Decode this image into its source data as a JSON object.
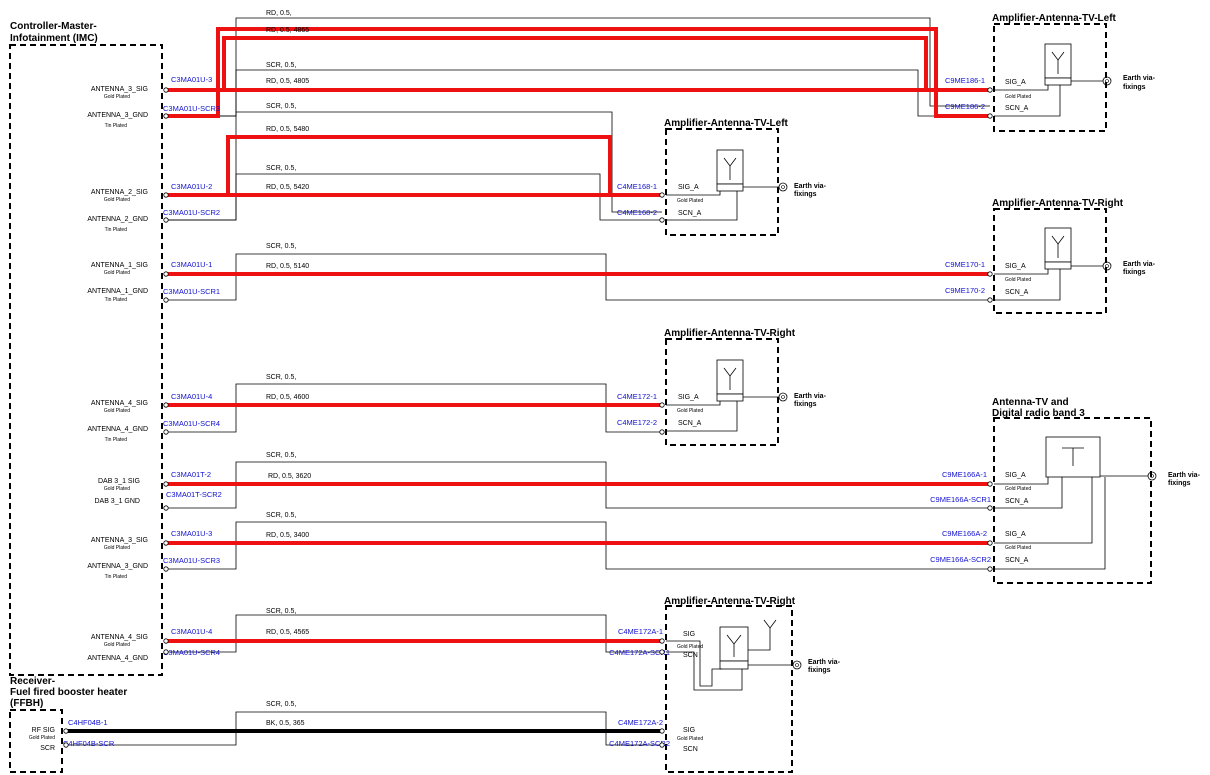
{
  "boxes": {
    "imc": {
      "title1": "Controller-Master-",
      "title2": "Infotainment (IMC)"
    },
    "ffbh": {
      "title1": "Receiver-",
      "title2": "Fuel fired booster heater",
      "title3": "(FFBH)"
    },
    "c9me186": {
      "title": "Amplifier-Antenna-TV-Left"
    },
    "c4me168": {
      "title": "Amplifier-Antenna-TV-Left"
    },
    "c9me170": {
      "title": "Amplifier-Antenna-TV-Right"
    },
    "c4me172": {
      "title": "Amplifier-Antenna-TV-Right"
    },
    "c9me166a": {
      "title1": "Antenna-TV and",
      "title2": "Digital radio band 3"
    },
    "c4me172a": {
      "title": "Amplifier-Antenna-TV-Right"
    }
  },
  "earth_label_1": "Earth via-",
  "earth_label_2": "fixings",
  "plating": {
    "gold": "Gold Plated",
    "tin": "Tin Plated"
  },
  "pins": {
    "a3sig": "ANTENNA_3_SIG",
    "a3gnd": "ANTENNA_3_GND",
    "a2sig": "ANTENNA_2_SIG",
    "a2gnd": "ANTENNA_2_GND",
    "a1sig": "ANTENNA_1_SIG",
    "a1gnd": "ANTENNA_1_GND",
    "a4sig": "ANTENNA_4_SIG",
    "a4gnd": "ANTENNA_4_GND",
    "dabsig": "DAB 3_1 SIG",
    "dabgnd": "DAB 3_1 GND",
    "rfsig": "RF SIG",
    "scr": "SCR",
    "sig_a": "SIG_A",
    "scn_a": "SCN_A",
    "sig": "SIG",
    "scn": "SCN"
  },
  "connectors": {
    "c3ma01u_3": "C3MA01U-3",
    "c3ma01u_scr3": "C3MA01U-SCR3",
    "c3ma01u_2": "C3MA01U-2",
    "c3ma01u_scr2": "C3MA01U-SCR2",
    "c3ma01u_1": "C3MA01U-1",
    "c3ma01u_scr1": "C3MA01U-SCR1",
    "c3ma01u_4": "C3MA01U-4",
    "c3ma01u_scr4": "C3MA01U-SCR4",
    "c3ma01t_2": "C3MA01T-2",
    "c3ma01t_scr2": "C3MA01T-SCR2",
    "c4hf04b_1": "C4HF04B-1",
    "c4hf04b_scr": "C4HF04B-SCR",
    "c9me186_1": "C9ME186-1",
    "c9me186_2": "C9ME186-2",
    "c4me168_1": "C4ME168-1",
    "c4me168_2": "C4ME168-2",
    "c9me170_1": "C9ME170-1",
    "c9me170_2": "C9ME170-2",
    "c4me172_1": "C4ME172-1",
    "c4me172_2": "C4ME172-2",
    "c9me166a_1": "C9ME166A-1",
    "c9me166a_scr1": "C9ME166A-SCR1",
    "c9me166a_2": "C9ME166A-2",
    "c9me166a_scr2": "C9ME166A-SCR2",
    "c4me172a_1": "C4ME172A-1",
    "c4me172a_scr1": "C4ME172A-SCR1",
    "c4me172a_2": "C4ME172A-2",
    "c4me172a_scr2": "C4ME172A-SCR2"
  },
  "wires": {
    "rd_05": "RD,  0.5,",
    "scr_05": "SCR,  0.5,",
    "rd_4865": "RD,  0.5,  4865",
    "rd_4805": "RD,  0.5,  4805",
    "rd_5480": "RD,  0.5,  5480",
    "rd_5420": "RD,  0.5,  5420",
    "rd_5140": "RD,  0.5,  5140",
    "rd_4600": "RD,  0.5,  4600",
    "rd_3620": "RD,  0.5,  3620",
    "rd_3400": "RD,  0.5,  3400",
    "rd_4565": "RD,  0.5,  4565",
    "bk_365": "BK,  0.5,  365"
  },
  "colors": {
    "signal_wire": "#ee1111",
    "heater_wire": "#000000",
    "connector_text": "#1010d0"
  }
}
